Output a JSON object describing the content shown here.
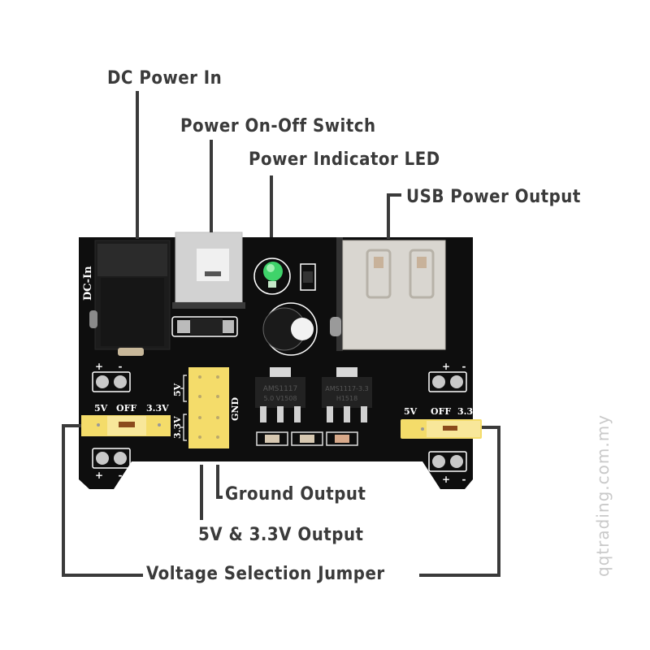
{
  "callouts": {
    "dc_power_in": "DC Power In",
    "power_switch": "Power On-Off Switch",
    "power_led": "Power Indicator LED",
    "usb_output": "USB Power Output",
    "ground_output": "Ground Output",
    "voltage_output": "5V & 3.3V Output",
    "voltage_jumper": "Voltage Selection Jumper"
  },
  "board": {
    "dc_in_silk": "DC-In",
    "plus": "+",
    "minus": "-",
    "jumper_left": {
      "v5": "5V",
      "off": "OFF",
      "v33": "3.3V"
    },
    "jumper_right": {
      "v5": "5V",
      "off": "OFF",
      "v33": "3.3V"
    },
    "header_5v": "5V",
    "header_33v": "3.3V",
    "header_gnd": "GND",
    "regulator_1": {
      "line1": "AMS1117",
      "line2": "5.0  V1508"
    },
    "regulator_2": {
      "line1": "AMS1117-3.3",
      "line2": "H1518"
    }
  },
  "watermark": "qqtrading.com.my",
  "colors": {
    "pcb": "#0e0e0e",
    "header_yellow": "#f4dc6a",
    "led_green": "#3fd36a",
    "line": "#3a3a3a",
    "usb_metal": "#d9d6d0",
    "switch_gray": "#d2d2d2"
  }
}
